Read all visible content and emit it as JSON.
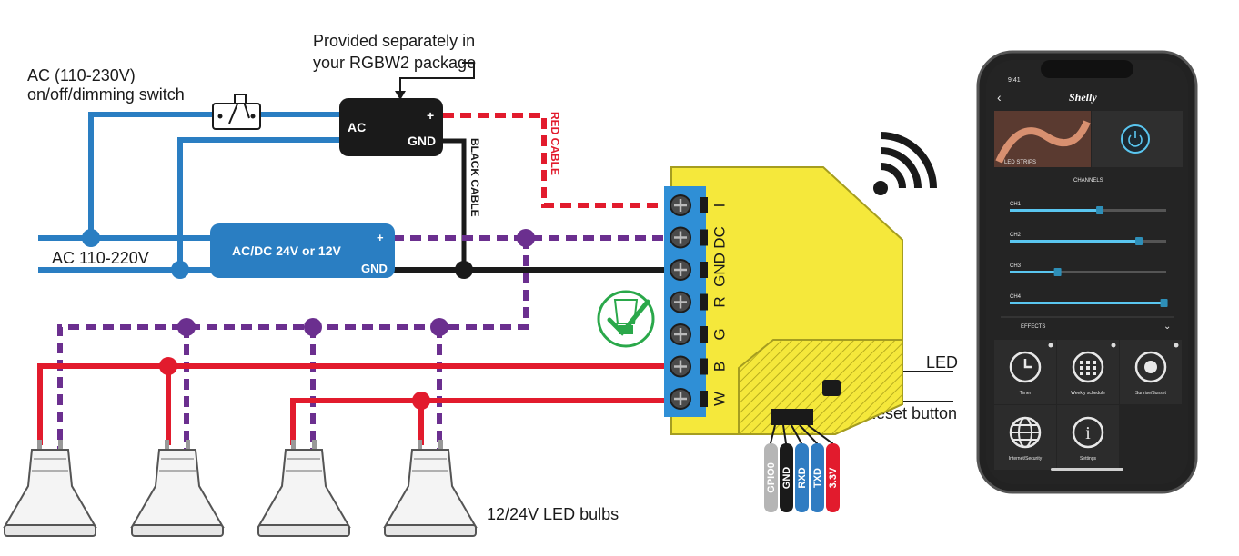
{
  "labels": {
    "ac_switch_line1": "AC (110-230V)",
    "ac_switch_line2": "on/off/dimming switch",
    "provided_line1": "Provided separately in",
    "provided_line2": "your RGBW2 package",
    "ac_mains": "AC 110-220V",
    "bulbs": "12/24V LED bulbs",
    "led": "LED",
    "reset": "Reset button",
    "red_cable": "RED CABLE",
    "black_cable": "BLACK CABLE"
  },
  "adapter_small": {
    "ac": "AC",
    "plus": "+",
    "gnd": "GND"
  },
  "psu": {
    "label": "AC/DC 24V or 12V",
    "plus": "+",
    "gnd": "GND"
  },
  "device": {
    "terminals": [
      "I",
      "DC",
      "GND",
      "R",
      "G",
      "B",
      "W"
    ],
    "header_pins": [
      {
        "label": "GPIO0",
        "color": "#b5b5b5"
      },
      {
        "label": "GND",
        "color": "#1a1a1a"
      },
      {
        "label": "RXD",
        "color": "#2f7cc2"
      },
      {
        "label": "TXD",
        "color": "#2f7cc2"
      },
      {
        "label": "3.3V",
        "color": "#e21b2d"
      }
    ]
  },
  "phone": {
    "time": "9:41",
    "brand": "Shelly",
    "banner_label": "LED STRIPS",
    "channels_title": "CHANNELS",
    "channels": [
      {
        "name": "CH1",
        "level": 0.57
      },
      {
        "name": "CH2",
        "level": 0.82
      },
      {
        "name": "CH3",
        "level": 0.3
      },
      {
        "name": "CH4",
        "level": 0.98
      }
    ],
    "effects": "EFFECTS",
    "tiles": [
      {
        "label": "Timer",
        "icon": "clock-icon"
      },
      {
        "label": "Weekly schedule",
        "icon": "calendar-icon"
      },
      {
        "label": "Sunrise/Sunset",
        "icon": "sunrise-icon"
      },
      {
        "label": "Internet/Security",
        "icon": "globe-icon"
      },
      {
        "label": "Settings",
        "icon": "info-icon"
      }
    ]
  },
  "colors": {
    "blue_wire": "#2a7ec2",
    "red_wire": "#e21b2d",
    "purple_wire": "#6b2f8f",
    "black_wire": "#1a1a1a",
    "device_yellow": "#f5e83b",
    "terminal_blue": "#2f8fd6",
    "check_green": "#2aa84a",
    "psu_blue": "#2a7ec2"
  }
}
